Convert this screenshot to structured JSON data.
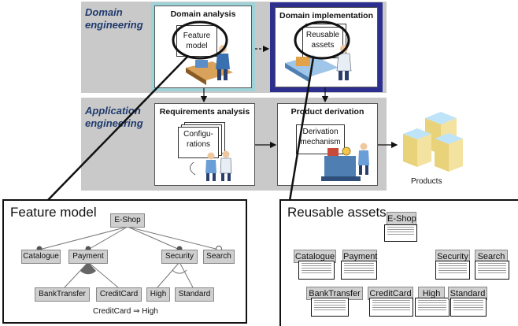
{
  "domain_engineering": {
    "label_line1": "Domain",
    "label_line2": "engineering",
    "analysis": {
      "title": "Domain analysis",
      "doc_line1": "Feature",
      "doc_line2": "model"
    },
    "implementation": {
      "title": "Domain implementation",
      "doc_line1": "Reusable",
      "doc_line2": "assets"
    }
  },
  "application_engineering": {
    "label_line1": "Application",
    "label_line2": "engineering",
    "requirements": {
      "title": "Requirements analysis",
      "doc_line1": "Configu-",
      "doc_line2": "rations"
    },
    "derivation": {
      "title": "Product derivation",
      "doc_line1": "Derivation",
      "doc_line2": "mechanism"
    },
    "products_label": "Products"
  },
  "feature_model_panel": {
    "title": "Feature model",
    "root": "E-Shop",
    "level1": [
      "Catalogue",
      "Payment",
      "Security",
      "Search"
    ],
    "payment_children": [
      "BankTransfer",
      "CreditCard"
    ],
    "security_children": [
      "High",
      "Standard"
    ],
    "constraint": "CreditCard ⇒ High"
  },
  "reusable_assets_panel": {
    "title": "Reusable assets",
    "root": "E-Shop",
    "level1": [
      "Catalogue",
      "Payment",
      "Security",
      "Search"
    ],
    "level2": [
      "BankTransfer",
      "CreditCard",
      "High",
      "Standard"
    ]
  },
  "colors": {
    "band": "#c9c9c9",
    "analysis_border": "#9fd3d8",
    "implementation_border": "#2d2f8f",
    "label": "#1f3a6e"
  }
}
